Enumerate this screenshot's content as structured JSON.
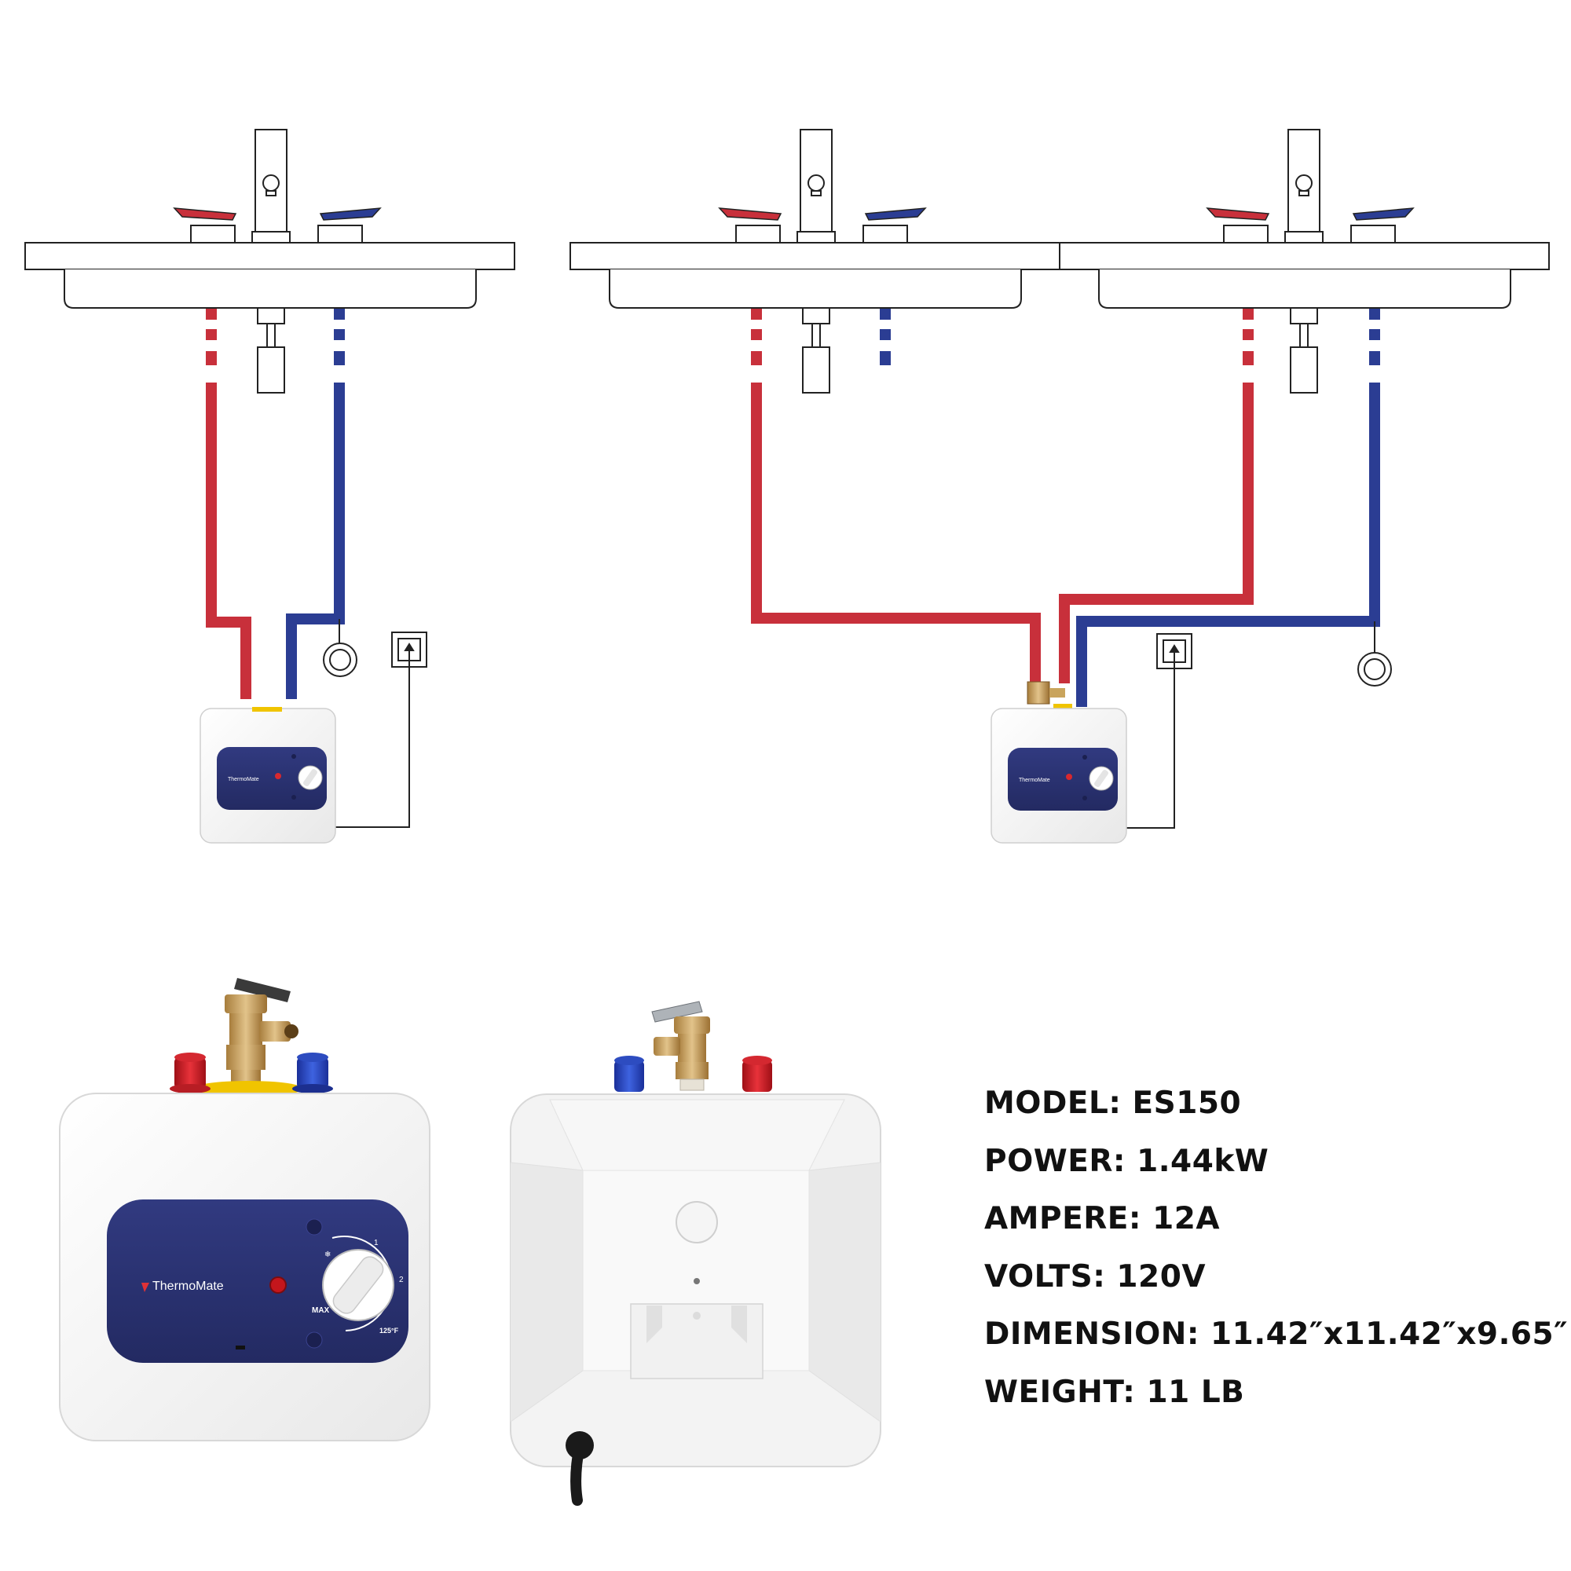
{
  "brand": "ThermoMate",
  "dial": {
    "max_label": "MAX",
    "temp_label": "125°F",
    "mark_1": "1",
    "mark_2": "2"
  },
  "specs": [
    {
      "label": "MODEL:",
      "value": "ES150"
    },
    {
      "label": "POWER:",
      "value": "1.44kW"
    },
    {
      "label": "AMPERE:",
      "value": "12A"
    },
    {
      "label": "VOLTS:",
      "value": "120V"
    },
    {
      "label": "DIMENSION:",
      "value": "11.42″x11.42″x9.65″"
    },
    {
      "label": "WEIGHT:",
      "value": "11 LB"
    }
  ],
  "colors": {
    "hot": "#c8303b",
    "cold": "#2b3d93",
    "panel": "#28306f",
    "brass": "#c9a45c",
    "outline": "#222222"
  }
}
